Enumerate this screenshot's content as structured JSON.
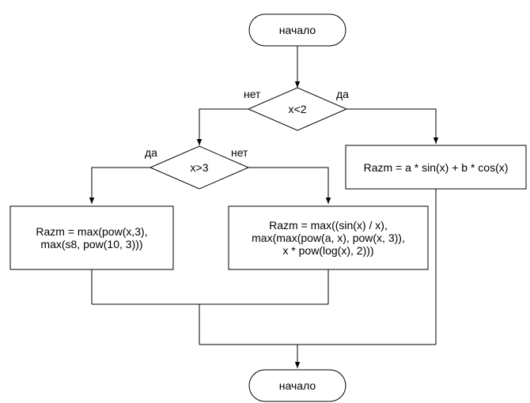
{
  "start": {
    "label": "начало"
  },
  "end": {
    "label": "начало"
  },
  "decision_main": {
    "condition": "x<2",
    "no_label": "нет",
    "yes_label": "да"
  },
  "decision_inner": {
    "condition": "x>3",
    "yes_label": "да",
    "no_label": "нет"
  },
  "process_right": {
    "lines": [
      "Razm = a * sin(x) + b * cos(x)"
    ]
  },
  "process_left": {
    "lines": [
      "Razm = max(pow(x,3),",
      "max(s8, pow(10, 3)))"
    ]
  },
  "process_middle": {
    "lines": [
      "Razm = max((sin(x) / x),",
      "max(max(pow(a, x), pow(x, 3)),",
      "x * pow(log(x), 2)))"
    ]
  }
}
